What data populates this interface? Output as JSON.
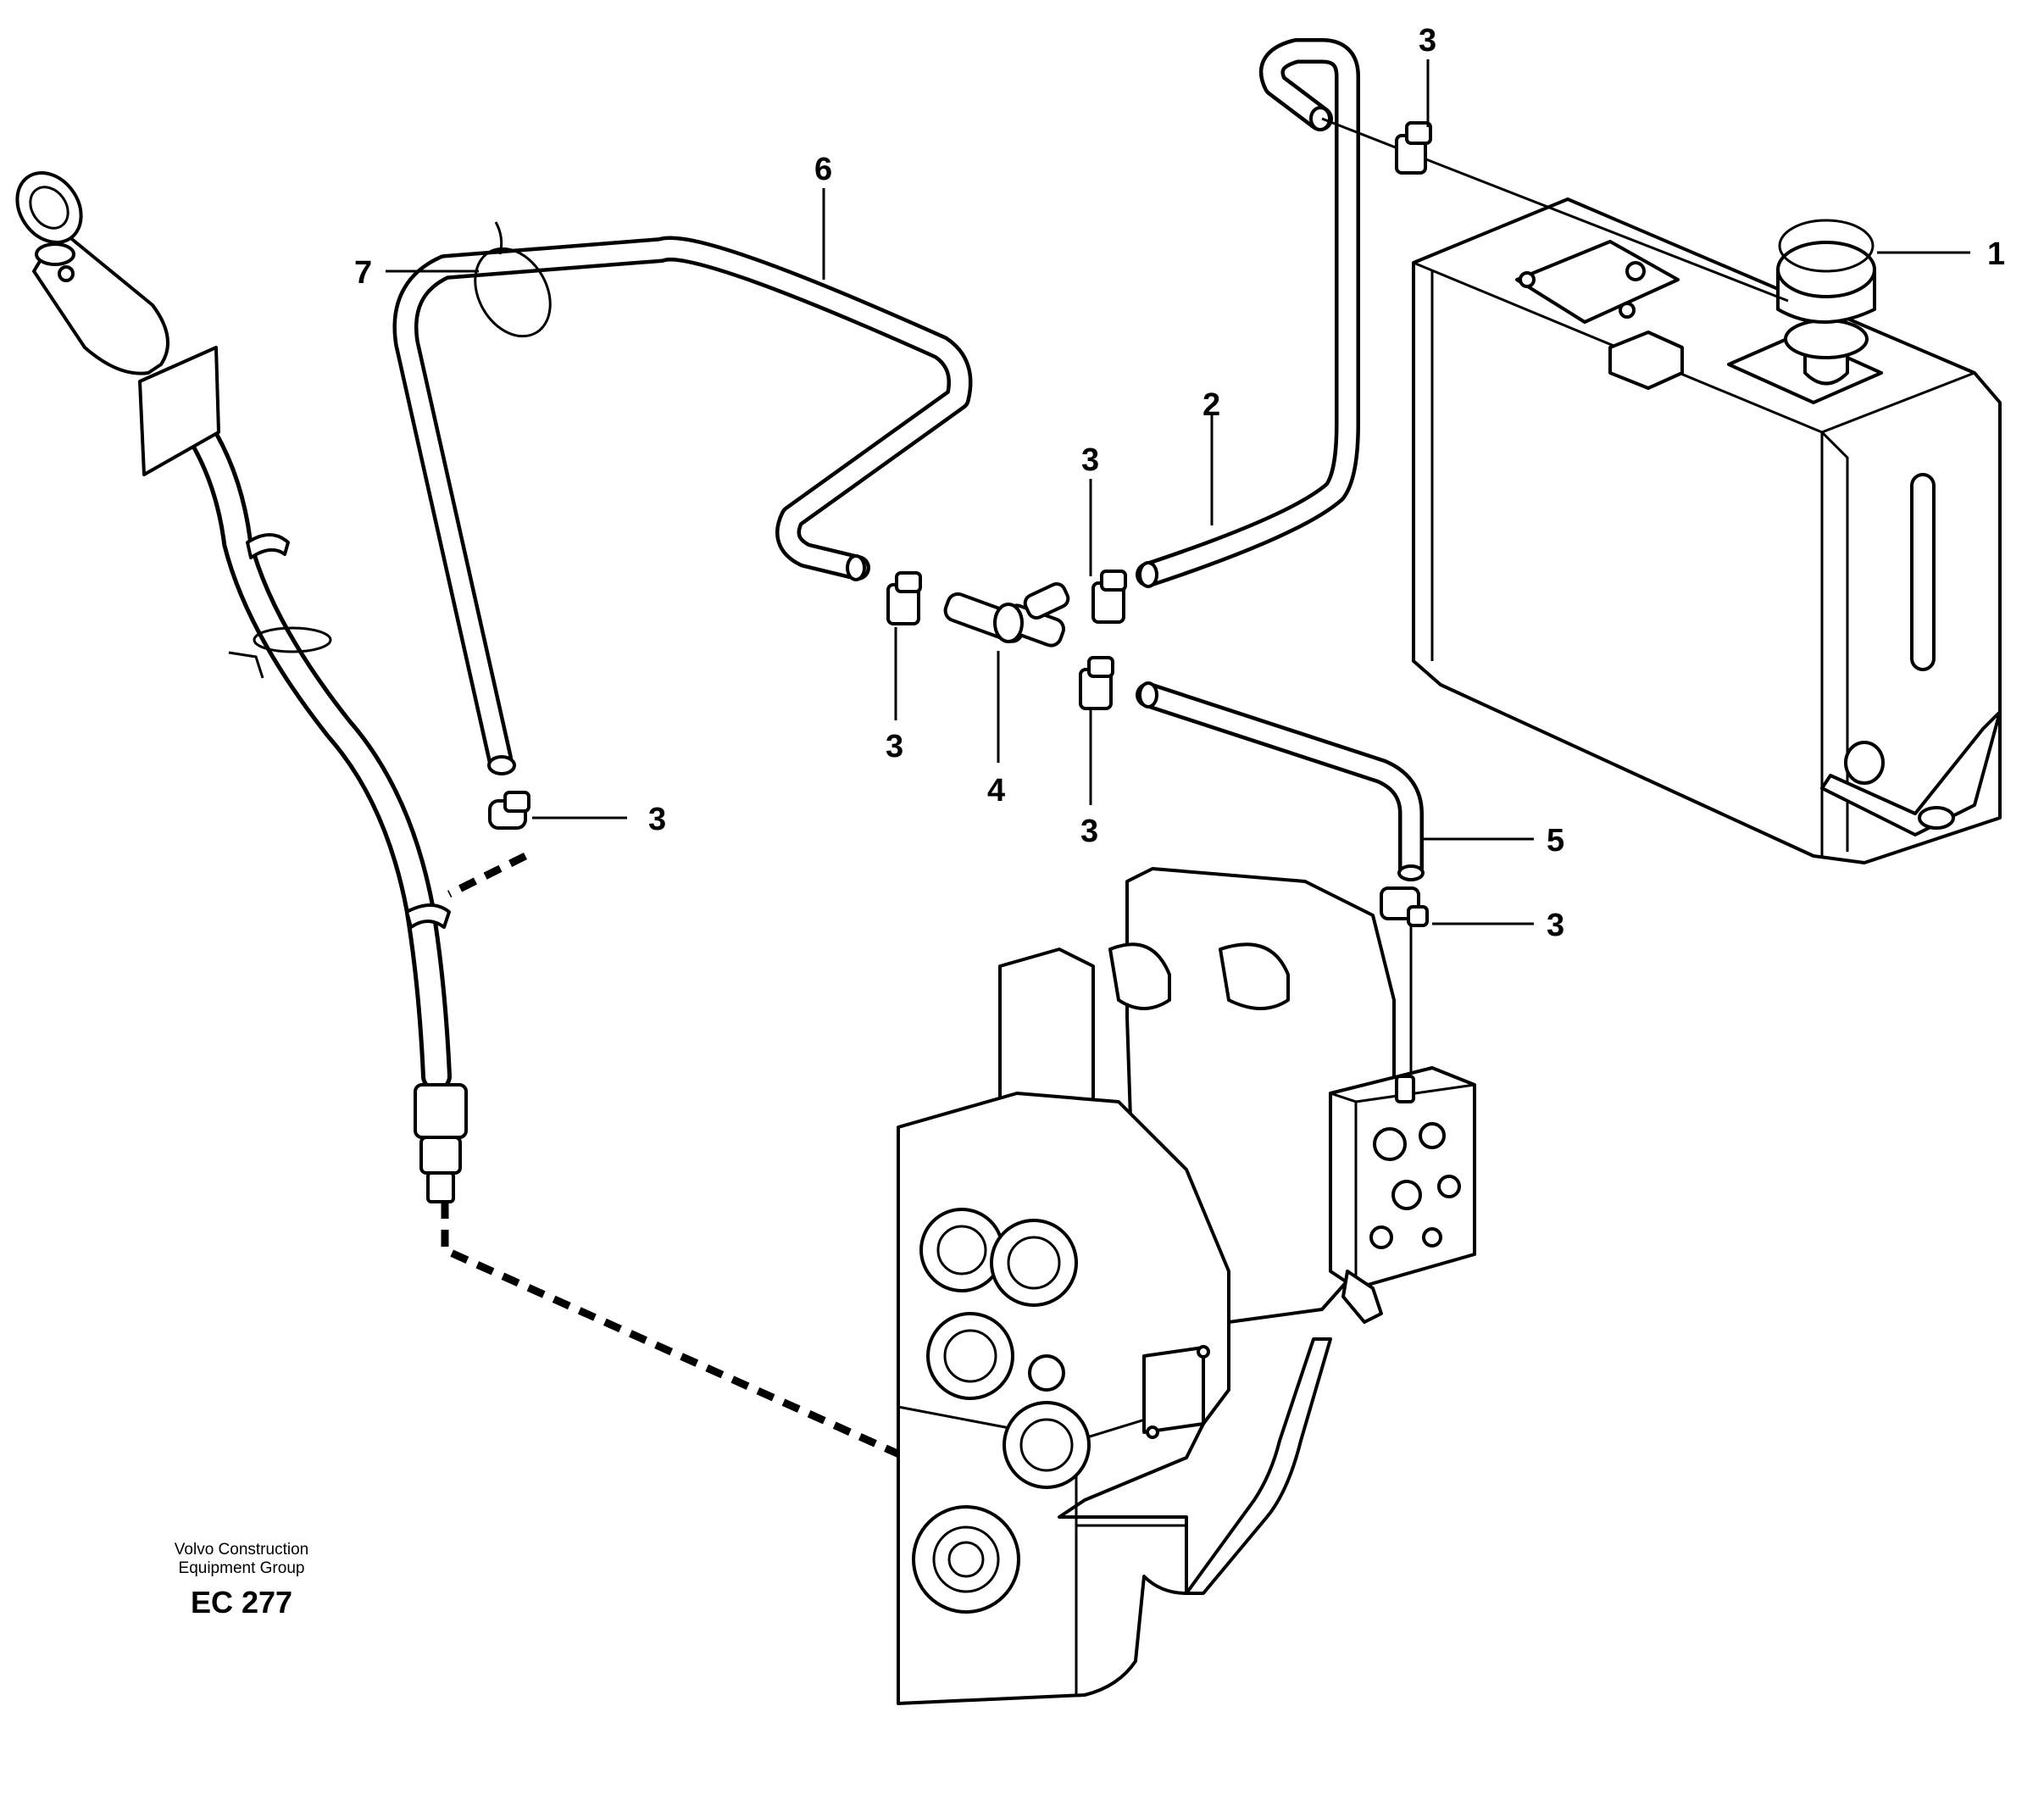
{
  "diagram": {
    "callouts": {
      "c1": "1",
      "c2": "2",
      "c3_top": "3",
      "c3_mid_upper": "3",
      "c3_left_a": "3",
      "c3_left_b": "3",
      "c3_center_low": "3",
      "c3_right_low": "3",
      "c4": "4",
      "c5": "5",
      "c6": "6",
      "c7": "7"
    }
  },
  "footer": {
    "company_line1": "Volvo Construction",
    "company_line2": "Equipment Group",
    "code": "EC 277"
  }
}
